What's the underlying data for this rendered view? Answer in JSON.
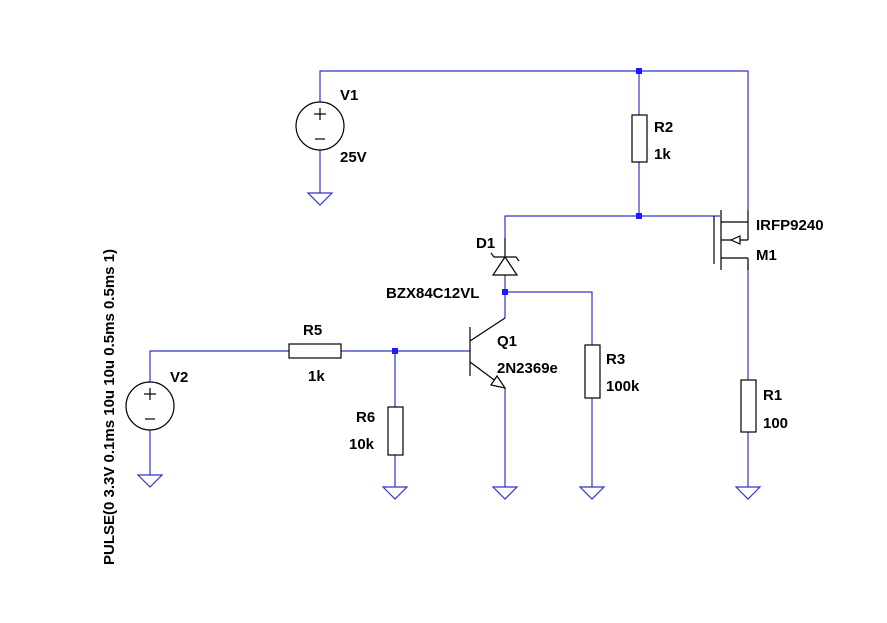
{
  "colors": {
    "wire": "#3333cc",
    "junction": "#1a1aff",
    "component": "#000000",
    "background": "#ffffff"
  },
  "components": {
    "V1": {
      "name": "V1",
      "value": "25V"
    },
    "V2": {
      "name": "V2",
      "value": "PULSE(0 3.3V 0.1ms 10u 10u 0.5ms 0.5ms 1)"
    },
    "R1": {
      "name": "R1",
      "value": "100"
    },
    "R2": {
      "name": "R2",
      "value": "1k"
    },
    "R3": {
      "name": "R3",
      "value": "100k"
    },
    "R5": {
      "name": "R5",
      "value": "1k"
    },
    "R6": {
      "name": "R6",
      "value": "10k"
    },
    "D1": {
      "name": "D1",
      "value": "BZX84C12VL"
    },
    "Q1": {
      "name": "Q1",
      "value": "2N2369e"
    },
    "M1": {
      "name": "M1",
      "value": "IRFP9240"
    }
  }
}
